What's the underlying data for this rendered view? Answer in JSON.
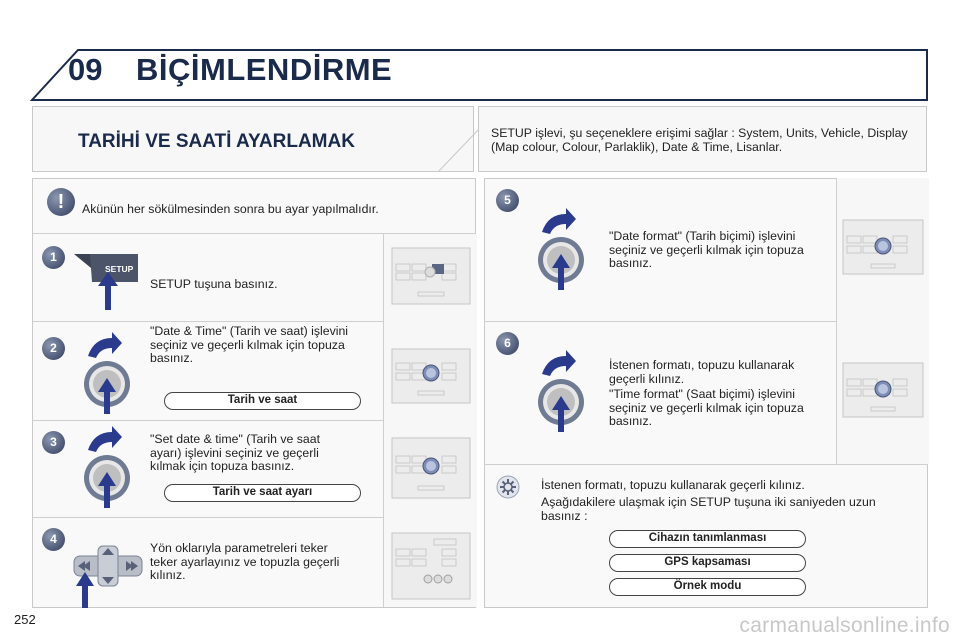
{
  "header": {
    "chapter_number": "09",
    "chapter_title": "BİÇİMLENDİRME"
  },
  "section": {
    "title": "TARİHİ VE SAATİ AYARLAMAK",
    "intro": "SETUP işlevi, şu seçeneklere erişimi sağlar : System, Units, Vehicle, Display (Map colour, Colour, Parlaklik), Date & Time, Lisanlar."
  },
  "warning": {
    "text": "Akünün her sökülmesinden sonra bu ayar yapılmalıdır."
  },
  "steps": [
    {
      "number": "1",
      "text": "SETUP tuşuna basınız.",
      "button_label": "SETUP"
    },
    {
      "number": "2",
      "text": "\"Date & Time\" (Tarih ve saat) işlevini seçiniz ve geçerli kılmak için topuza basınız.",
      "pill": "Tarih ve saat"
    },
    {
      "number": "3",
      "text": "\"Set date & time\" (Tarih ve saat ayarı) işlevini seçiniz ve geçerli kılmak için topuza basınız.",
      "pill": "Tarih ve saat ayarı"
    },
    {
      "number": "4",
      "text": "Yön oklarıyla parametreleri teker teker ayarlayınız ve topuzla geçerli kılınız."
    },
    {
      "number": "5",
      "text": "\"Date format\" (Tarih biçimi) işlevini seçiniz ve geçerli kılmak için topuza basınız."
    },
    {
      "number": "6",
      "text_a": "İstenen formatı, topuzu kullanarak geçerli kılınız.",
      "text_b": "\"Time format\" (Saat biçimi) işlevini seçiniz ve geçerli kılmak için topuza basınız."
    }
  ],
  "tip": {
    "text_a": "İstenen formatı, topuzu kullanarak geçerli kılınız.",
    "text_b": "Aşağıdakilere ulaşmak için SETUP tuşuna iki saniyeden uzun basınız :",
    "options": [
      "Cihazın tanımlanması",
      "GPS kapsaması",
      "Örnek modu"
    ]
  },
  "footer": {
    "page_number": "252",
    "url": "carmanualsonline.info"
  },
  "colors": {
    "title": "#1a2a4a",
    "badge": "#4a5674",
    "arrow": "#2a3a8c"
  }
}
